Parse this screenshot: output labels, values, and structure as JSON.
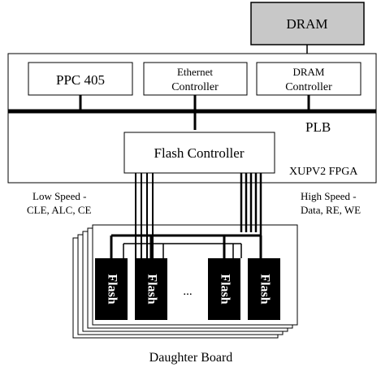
{
  "blocks": {
    "dram": "DRAM",
    "ppc": "PPC 405",
    "ethernet_line1": "Ethernet",
    "ethernet_line2": "Controller",
    "dram_ctrl_line1": "DRAM",
    "dram_ctrl_line2": "Controller",
    "flash_controller": "Flash Controller",
    "flash_chip": "Flash"
  },
  "labels": {
    "bus": "PLB",
    "fpga": "XUPV2 FPGA",
    "low_speed_line1": "Low Speed -",
    "low_speed_line2": "CLE, ALC, CE",
    "high_speed_line1": "High Speed -",
    "high_speed_line2": "Data, RE, WE",
    "ellipsis": "...",
    "daughter_board": "Daughter Board"
  },
  "colors": {
    "dram_fill": "#c8c8c8",
    "flash_fill": "#000000",
    "line": "#000000"
  }
}
